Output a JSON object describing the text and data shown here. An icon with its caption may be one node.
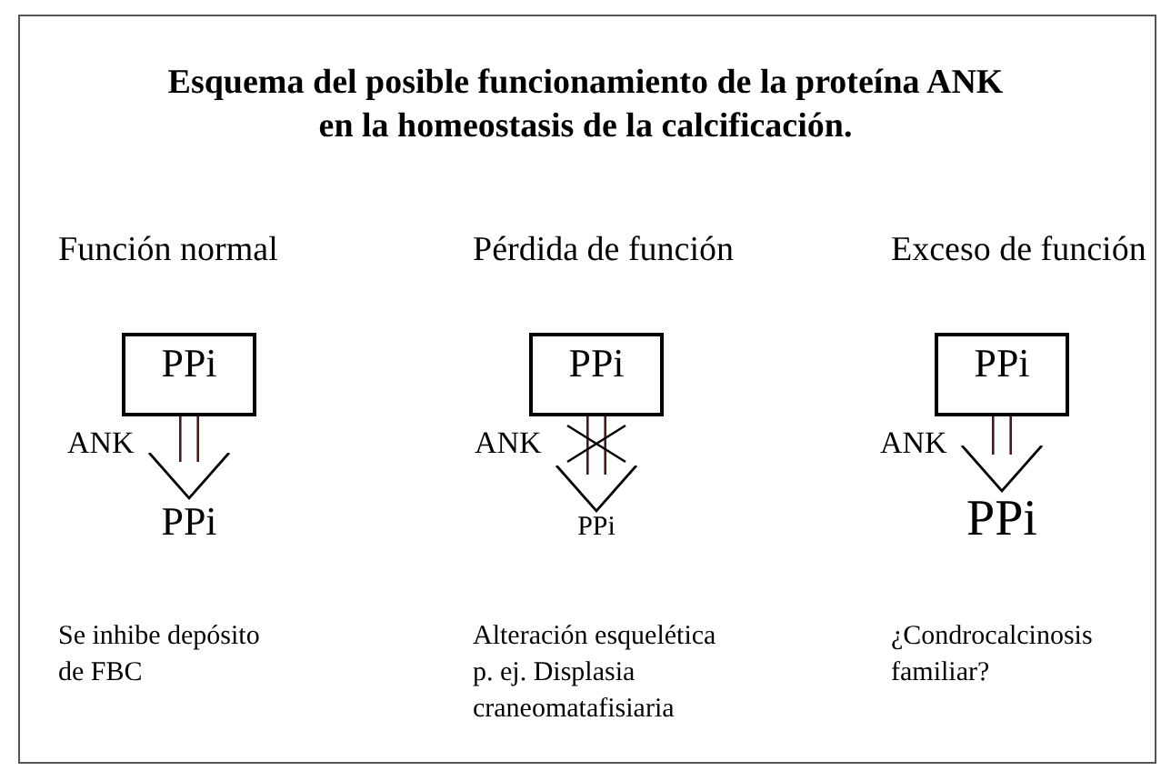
{
  "diagram": {
    "title": "Esquema del posible funcionamiento de la proteína ANK en la homeostasis de la calcificación.",
    "nodes": [
      {
        "text": [
          "PPi"
        ],
        "beside": [
          "Función normal"
        ]
      },
      {
        "text": [
          "PPi"
        ]
      },
      {
        "text": [
          "PPi"
        ],
        "beside": [
          "Pérdida de función"
        ]
      },
      {
        "text": [
          "PPi"
        ]
      },
      {
        "text": [
          "PPi"
        ],
        "beside": [
          "Exceso de función"
        ]
      },
      {
        "text": [
          "PPi"
        ]
      }
    ],
    "edges": [
      {
        "from": 0,
        "to": 1,
        "arrow": "to"
      },
      {
        "from": 2,
        "to": 3,
        "arrow": "to"
      },
      {
        "from": 4,
        "to": 5,
        "arrow": "to"
      }
    ],
    "labels": [
      "ANK",
      "ANK",
      "ANK",
      "Se inhibe depósito de FBC",
      "Alteración esquelética p. ej. Displasia craneomatafisiaria",
      "¿Condrocalcinosis familiar?"
    ]
  }
}
